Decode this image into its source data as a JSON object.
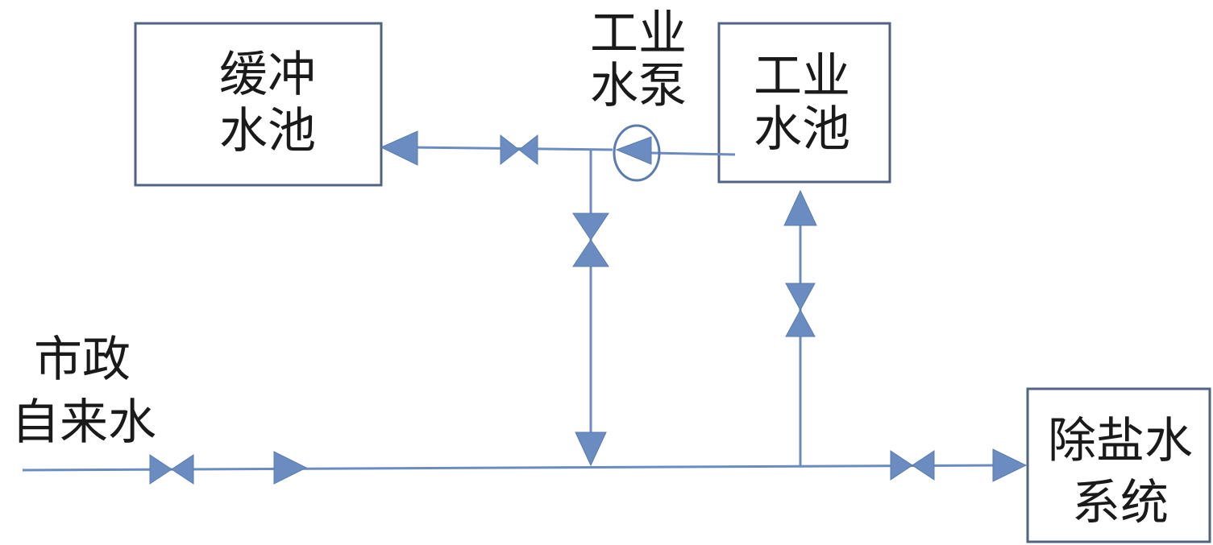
{
  "labels": {
    "buffer_tank_line1": "缓冲",
    "buffer_tank_line2": "水池",
    "pump_line1": "工业",
    "pump_line2": "水泵",
    "industrial_tank_line1": "工业",
    "industrial_tank_line2": "水池",
    "municipal_line1": "市政",
    "municipal_line2": "自来水",
    "demin_line1": "除盐水",
    "demin_line2": "系统"
  },
  "colors": {
    "pipe": "#6b8cc0",
    "box_border": "#4f6386",
    "text": "#1a1a1a"
  },
  "symbols": [
    "gate-valve",
    "centrifugal-pump",
    "flow-arrow"
  ]
}
